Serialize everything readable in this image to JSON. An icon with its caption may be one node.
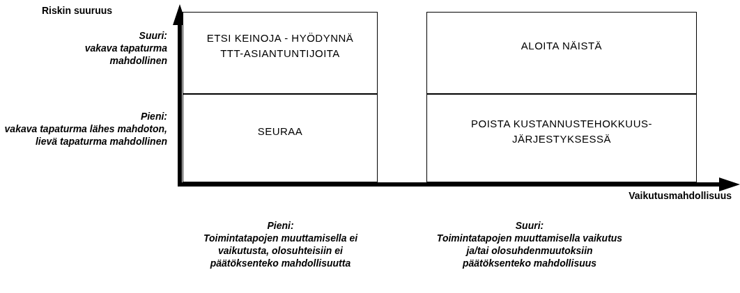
{
  "diagram": {
    "nodes": [
      {
        "text": [
          "ETSI KEINOJA - HYÖDYNNÄ TTT-ASIANTUNTIJOITA"
        ]
      },
      {
        "text": [
          "ALOITA NÄISTÄ"
        ]
      },
      {
        "text": [
          "SEURAA"
        ]
      },
      {
        "text": [
          "POISTA KUSTANNUSTEHOKKUUS-JÄRJESTYKSESSÄ"
        ]
      }
    ],
    "edges": [],
    "labels": [
      "Riskin suuruus",
      "Suuri:",
      "vakava tapaturma mahdollinen",
      "Pieni:",
      "vakava tapaturma lähes mahdoton, lievä tapaturma mahdollinen",
      "Vaikutusmahdollisuus",
      "Pieni:",
      "Toimintatapojen muuttamisella ei vaikutusta, olosuhteisiin ei päätöksenteko mahdollisuutta",
      "Suuri:",
      "Toimintatapojen muuttamisella vaikutus ja/tai olosuhdenmuutoksiin päätöksenteko mahdollisuus"
    ]
  }
}
